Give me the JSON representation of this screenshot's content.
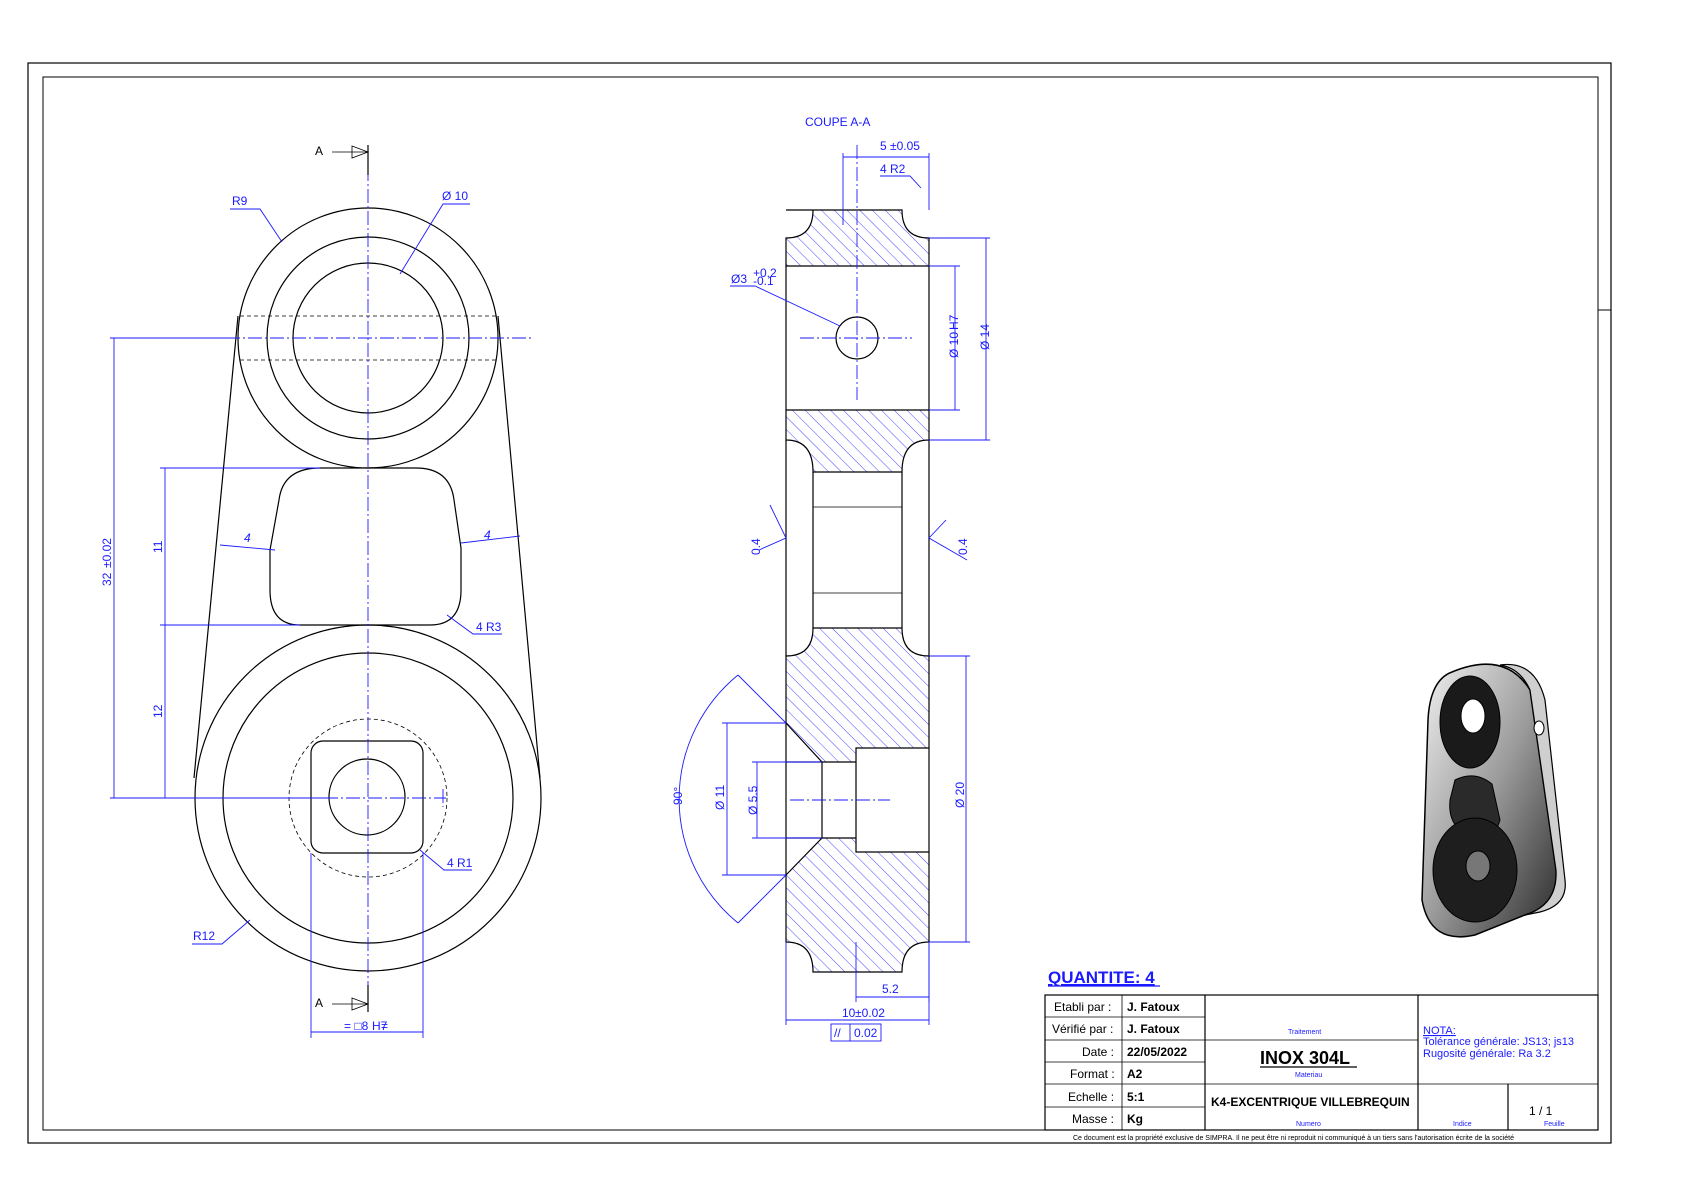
{
  "section_view": {
    "title": "COUPE A-A"
  },
  "section_marks": {
    "top": "A",
    "bottom": "A"
  },
  "front_dims": {
    "r9": "R9",
    "phi10": "Ø 10",
    "d32": "32",
    "d32_tol": "±0.02",
    "d11": "11",
    "d12": "12",
    "w4_left": "4",
    "w4_right": "4",
    "r3": "4 R3",
    "r1": "4 R1",
    "r12": "R12",
    "sq8": "= □8",
    "sq8_tol": "H7",
    "sq8_end": "="
  },
  "section_dims": {
    "d5": "5",
    "d5_tol": "±0.05",
    "r2": "4 R2",
    "phi3": "Ø3",
    "phi3_tol_up": "+0.2",
    "phi3_tol_low": "-0.1",
    "phi10": "Ø 10",
    "phi10_tol": "H7",
    "phi14": "Ø 14",
    "rough_left": "0.4",
    "rough_right": "0.4",
    "angle": "90°",
    "phi11": "Ø 11",
    "phi55": "Ø 5.5",
    "phi20": "Ø 20",
    "d52": "5.2",
    "d10": "10",
    "d10_tol": "±0.02",
    "parallel_sym": "//",
    "parallel_val": "0.02"
  },
  "quantity": "QUANTITE: 4",
  "title_block": {
    "rows": [
      {
        "label": "Etabli par :",
        "value": "J. Fatoux"
      },
      {
        "label": "Vérifié par :",
        "value": "J. Fatoux"
      },
      {
        "label": "Date :",
        "value": "22/05/2022"
      },
      {
        "label": "Format :",
        "value": "A2"
      },
      {
        "label": "Echelle :",
        "value": "5:1"
      },
      {
        "label": "Masse :",
        "value": "Kg"
      }
    ],
    "traitement_label": "Traitement",
    "material": "INOX 304L",
    "material_label": "Materiau",
    "part_name": "K4-EXCENTRIQUE VILLEBREQUIN",
    "numero_label": "Numero",
    "nota_title": "NOTA:",
    "nota_line1": "Tolérance générale: JS13; js13",
    "nota_line2": "Rugosité générale: Ra 3.2",
    "indice_label": "Indice",
    "sheet": "1 / 1",
    "feuille_label": "Feuille"
  },
  "footer": "Ce document est la propriété exclusive de SIMPRA. Il ne peut être ni reproduit ni communiqué à un tiers sans l'autorisation écrite de la société",
  "colors": {
    "dimension": "#1a1aff",
    "outline": "#000000",
    "hatch": "#1a1aff"
  }
}
